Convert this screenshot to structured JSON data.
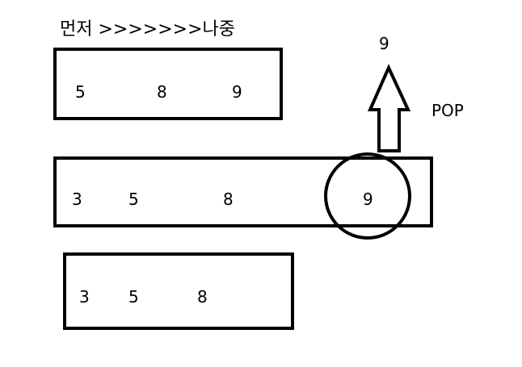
{
  "header": {
    "order_label": "먼저 >>>>>>>나중"
  },
  "pop": {
    "value": "9",
    "label": "POP"
  },
  "stacks": {
    "top": {
      "values": [
        "5",
        "8",
        "9"
      ]
    },
    "middle": {
      "values": [
        "3",
        "5",
        "8",
        "9"
      ]
    },
    "bottom": {
      "values": [
        "3",
        "5",
        "8"
      ]
    }
  }
}
